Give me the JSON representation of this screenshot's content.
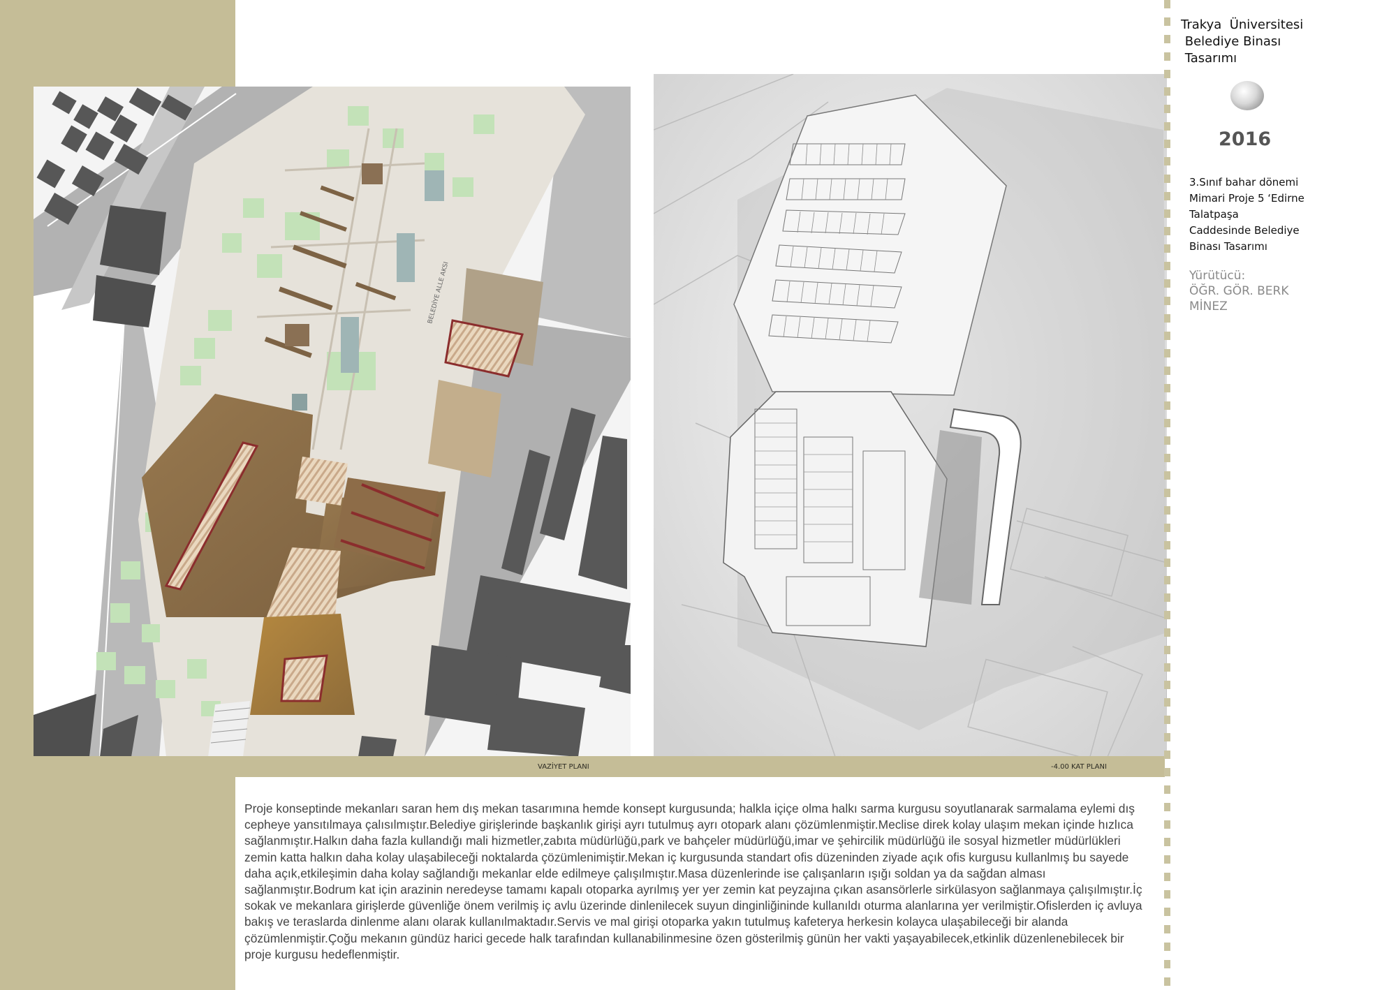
{
  "header": {
    "title_lines": [
      "Trakya  Üniversitesi",
      " Belediye Binası",
      " Tasarımı"
    ],
    "year": "2016"
  },
  "course": {
    "lines": [
      "3.Sınıf bahar dönemi",
      "Mimari Proje 5 ‘Edirne",
      "Talatpaşa",
      "Caddesinde Belediye",
      "Binası Tasarımı"
    ]
  },
  "supervisor": {
    "label": "Yürütücü:",
    "name_lines": [
      "ÖĞR. GÖR. BERK",
      "MİNEZ"
    ]
  },
  "captions": {
    "site_plan": "VAZİYET PLANI",
    "floor_plan": "-4.00 KAT PLANI"
  },
  "site_plan_labels": {
    "axis": "BELEDİYE ALLE AKSI"
  },
  "concept_text": "Proje konseptinde mekanları saran hem dış mekan tasarımına hemde konsept kurgusunda; halkla içiçe olma halkı sarma kurgusu soyutlanarak sarmalama eylemi dış cepheye yansıtılmaya çalısılmıştır.Belediye girişlerinde başkanlık girişi ayrı tutulmuş ayrı otopark alanı çözümlenmiştir.Meclise direk kolay ulaşım mekan içinde hızlıca sağlanmıştır.Halkın daha fazla kullandığı mali hizmetler,zabıta müdürlüğü,park ve bahçeler müdürlüğü,imar ve şehircilik müdürlüğü ile sosyal hizmetler müdürlükleri zemin katta halkın daha kolay ulaşabileceği noktalarda çözümlenimiştir.Mekan iç kurgusunda standart ofis düzeninden ziyade açık ofis kurgusu kullanlmış bu sayede daha açık,etkileşimin daha kolay sağlandığı mekanlar elde edilmeye çalışılmıştır.Masa düzenlerinde ise çalışanların ışığı soldan ya da sağdan alması sağlanmıştır.Bodrum kat için arazinin neredeyse tamamı kapalı otoparka ayrılmış yer yer zemin kat peyzajına çıkan asansörlerle sirkülasyon sağlanmaya çalışılmıştır.İç sokak ve mekanlara girişlerde güvenliğe önem verilmiş iç avlu üzerinde dinlenilecek suyun dinginliğininde kullanıldı oturma alanlarına yer verilmiştir.Ofislerden iç avluya bakış ve teraslarda dinlenme alanı olarak kullanılmaktadır.Servis ve mal girişi otoparka yakın tutulmuş kafeterya herkesin kolayca ulaşabileceği bir alanda çözümlenmiştir.Çoğu mekanın gündüz harici gecede halk tarafından kullanabilinmesine özen gösterilmiş günün her vakti yaşayabilecek,etkinlik düzenlenebilecek bir proje kurgusu hedeflenmiştir.",
  "colors": {
    "band": "#c5bd97",
    "building_brown": "#8b6f4a",
    "building_gold": "#a77f3f",
    "green": "#bfe3b5",
    "road": "#b4b4b4",
    "dark_block": "#505050"
  }
}
